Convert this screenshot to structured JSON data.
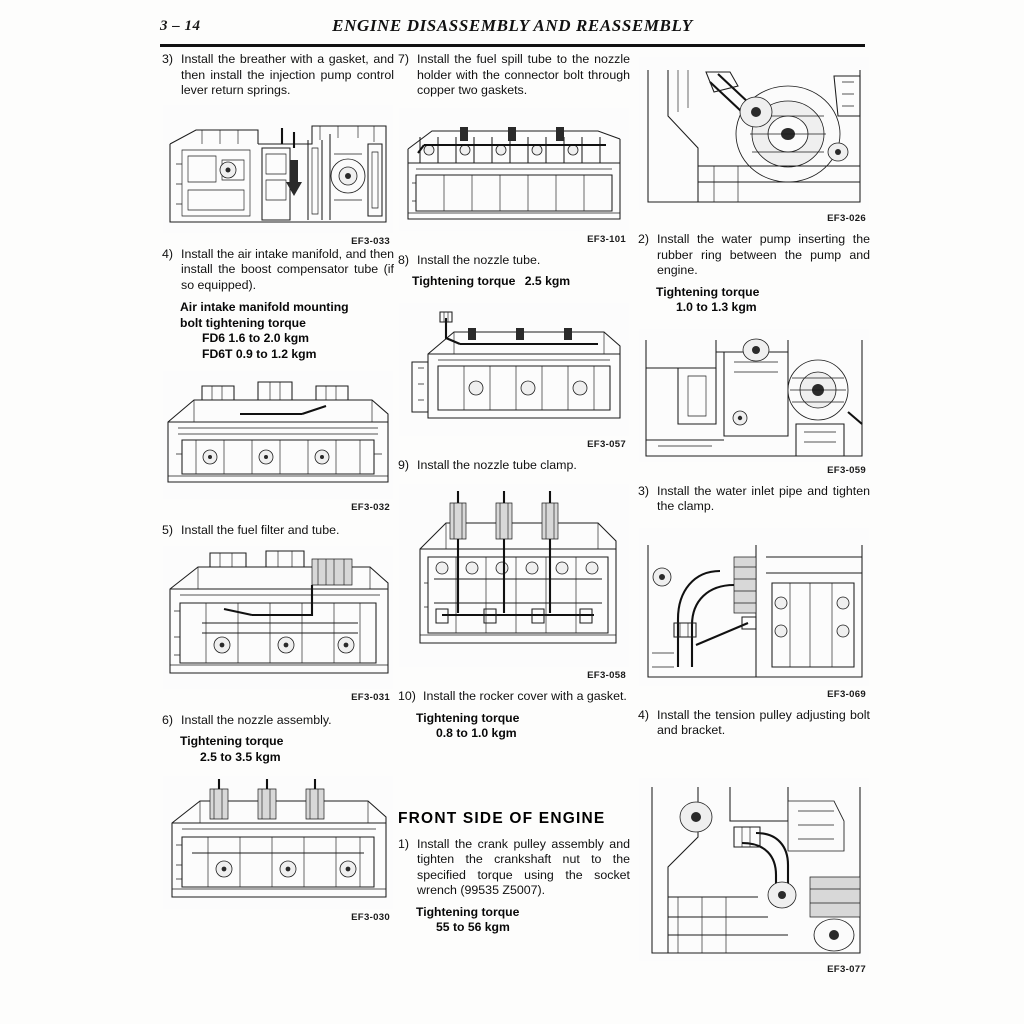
{
  "header": {
    "page_number": "3 – 14",
    "title": "ENGINE DISASSEMBLY AND REASSEMBLY"
  },
  "columns": [
    {
      "name": "column-left",
      "blocks": [
        {
          "type": "step",
          "number": "3)",
          "text": "Install the breather with a gasket, and then install the injection pump control lever return springs."
        },
        {
          "type": "figure",
          "caption": "EF3-033",
          "figure": "breather-injection-pump"
        },
        {
          "type": "step",
          "number": "4)",
          "text": "Install the air intake manifold, and then install the boost compensator tube (if so equipped)."
        },
        {
          "type": "spec",
          "title_line1": "Air intake manifold mounting",
          "title_line2": "bolt tightening torque",
          "values": [
            "FD6  1.6 to 2.0 kgm",
            "FD6T  0.9 to 1.2 kgm"
          ]
        },
        {
          "type": "figure",
          "caption": "EF3-032",
          "figure": "air-intake-manifold"
        },
        {
          "type": "step",
          "number": "5)",
          "text": "Install the fuel filter and tube."
        },
        {
          "type": "figure",
          "caption": "EF3-031",
          "figure": "fuel-filter-tube"
        },
        {
          "type": "step",
          "number": "6)",
          "text": "Install the nozzle assembly."
        },
        {
          "type": "torque",
          "label": "Tightening torque",
          "value": "2.5 to 3.5 kgm"
        },
        {
          "type": "figure",
          "caption": "EF3-030",
          "figure": "nozzle-assembly"
        }
      ]
    },
    {
      "name": "column-middle",
      "blocks": [
        {
          "type": "step",
          "number": "7)",
          "text": "Install the fuel spill tube to the nozzle holder with the connector bolt through copper two gaskets."
        },
        {
          "type": "figure",
          "caption": "EF3-101",
          "figure": "fuel-spill-tube"
        },
        {
          "type": "step",
          "number": "8)",
          "text": "Install the nozzle tube."
        },
        {
          "type": "torque-inline",
          "label": "Tightening torque",
          "value": "2.5 kgm"
        },
        {
          "type": "figure",
          "caption": "EF3-057",
          "figure": "nozzle-tube"
        },
        {
          "type": "step",
          "number": "9)",
          "text": "Install the nozzle tube clamp."
        },
        {
          "type": "figure",
          "caption": "EF3-058",
          "figure": "nozzle-tube-clamp"
        },
        {
          "type": "step",
          "number": "10)",
          "text": "Install the rocker cover with a gasket."
        },
        {
          "type": "torque",
          "label": "Tightening torque",
          "value": "0.8 to 1.0 kgm"
        },
        {
          "type": "section",
          "heading": "FRONT SIDE OF ENGINE"
        },
        {
          "type": "step",
          "number": "1)",
          "text": "Install the crank pulley assembly and tighten the crankshaft nut to the specified torque using the socket wrench (99535 Z5007)."
        },
        {
          "type": "torque",
          "label": "Tightening torque",
          "value": "55 to 56 kgm"
        }
      ]
    },
    {
      "name": "column-right",
      "blocks": [
        {
          "type": "figure",
          "caption": "EF3-026",
          "figure": "crank-pulley-socket-wrench"
        },
        {
          "type": "step",
          "number": "2)",
          "text": "Install the water pump inserting the rubber ring between the pump and engine."
        },
        {
          "type": "torque",
          "label": "Tightening torque",
          "value": "1.0 to 1.3 kgm"
        },
        {
          "type": "figure",
          "caption": "EF3-059",
          "figure": "water-pump"
        },
        {
          "type": "step",
          "number": "3)",
          "text": "Install the water inlet pipe and tighten the clamp."
        },
        {
          "type": "figure",
          "caption": "EF3-069",
          "figure": "water-inlet-pipe"
        },
        {
          "type": "step",
          "number": "4)",
          "text": "Install the tension pulley adjusting bolt and bracket."
        },
        {
          "type": "figure",
          "caption": "EF3-077",
          "figure": "tension-pulley"
        }
      ]
    }
  ]
}
